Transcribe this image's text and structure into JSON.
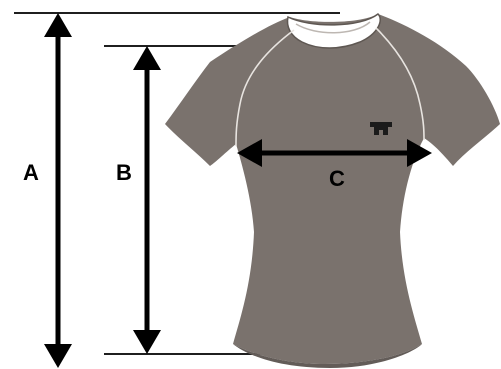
{
  "diagram": {
    "labels": {
      "a": "A",
      "b": "B",
      "c": "C"
    },
    "measurements": [
      {
        "id": "a",
        "label": "A",
        "orientation": "vertical"
      },
      {
        "id": "b",
        "label": "B",
        "orientation": "vertical"
      },
      {
        "id": "c",
        "label": "C",
        "orientation": "horizontal"
      }
    ],
    "colors": {
      "shirt": "#7a726d",
      "shirt_shadow": "#635c58",
      "collar": "#ffffff",
      "seam": "#e8e4e0",
      "logo": "#1b1b1b",
      "guide_line": "#1f1f1f",
      "arrow": "#000000",
      "background": "#ffffff"
    },
    "icons": {
      "logo": "t-brand-logo-icon"
    }
  }
}
